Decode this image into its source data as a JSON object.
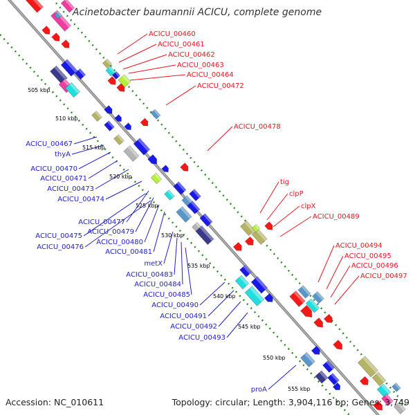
{
  "title": "Acinetobacter baumannii ACICU, complete genome",
  "footer": {
    "accession": "Accession: NC_010611",
    "summary": "Topology: circular; Length: 3,904,116 bp; Genes: 3,749"
  },
  "scale_labels": [
    "505 kbp",
    "510 kbp",
    "515 kbp",
    "520 kbp",
    "525 kbp",
    "530 kbp",
    "535 kbp",
    "540 kbp",
    "545 kbp",
    "550 kbp",
    "555 kbp"
  ],
  "forward_labels": [
    "ACICU_00460",
    "ACICU_00461",
    "ACICU_00462",
    "ACICU_00463",
    "ACICU_00464",
    "ACICU_00472",
    "ACICU_00478",
    "tig",
    "clpP",
    "clpX",
    "ACICU_00489",
    "ACICU_00494",
    "ACICU_00495",
    "ACICU_00496",
    "ACICU_00497"
  ],
  "reverse_labels": [
    "ACICU_00467",
    "thyA",
    "ACICU_00470",
    "ACICU_00471",
    "ACICU_00473",
    "ACICU_00474",
    "ACICU_00477",
    "ACICU_00479",
    "ACICU_00475",
    "ACICU_00480",
    "ACICU_00476",
    "ACICU_00481",
    "metX",
    "ACICU_00483",
    "ACICU_00484",
    "ACICU_00485",
    "ACICU_00490",
    "ACICU_00491",
    "ACICU_00492",
    "ACICU_00493",
    "proA"
  ],
  "colors": {
    "forward_label": "#e8141e",
    "reverse_label": "#1e1ec8",
    "backbone": "#909090",
    "scale_dots": "#2a8a1e",
    "gene_red": "#f41818",
    "gene_blue": "#1a1ae6",
    "gene_cyan": "#22dede",
    "gene_olive": "#b4b464",
    "gene_green": "#b4f03c",
    "gene_magenta": "#f03ca0",
    "gene_steel": "#5a96c8",
    "gene_navy": "#3a3a8c"
  }
}
